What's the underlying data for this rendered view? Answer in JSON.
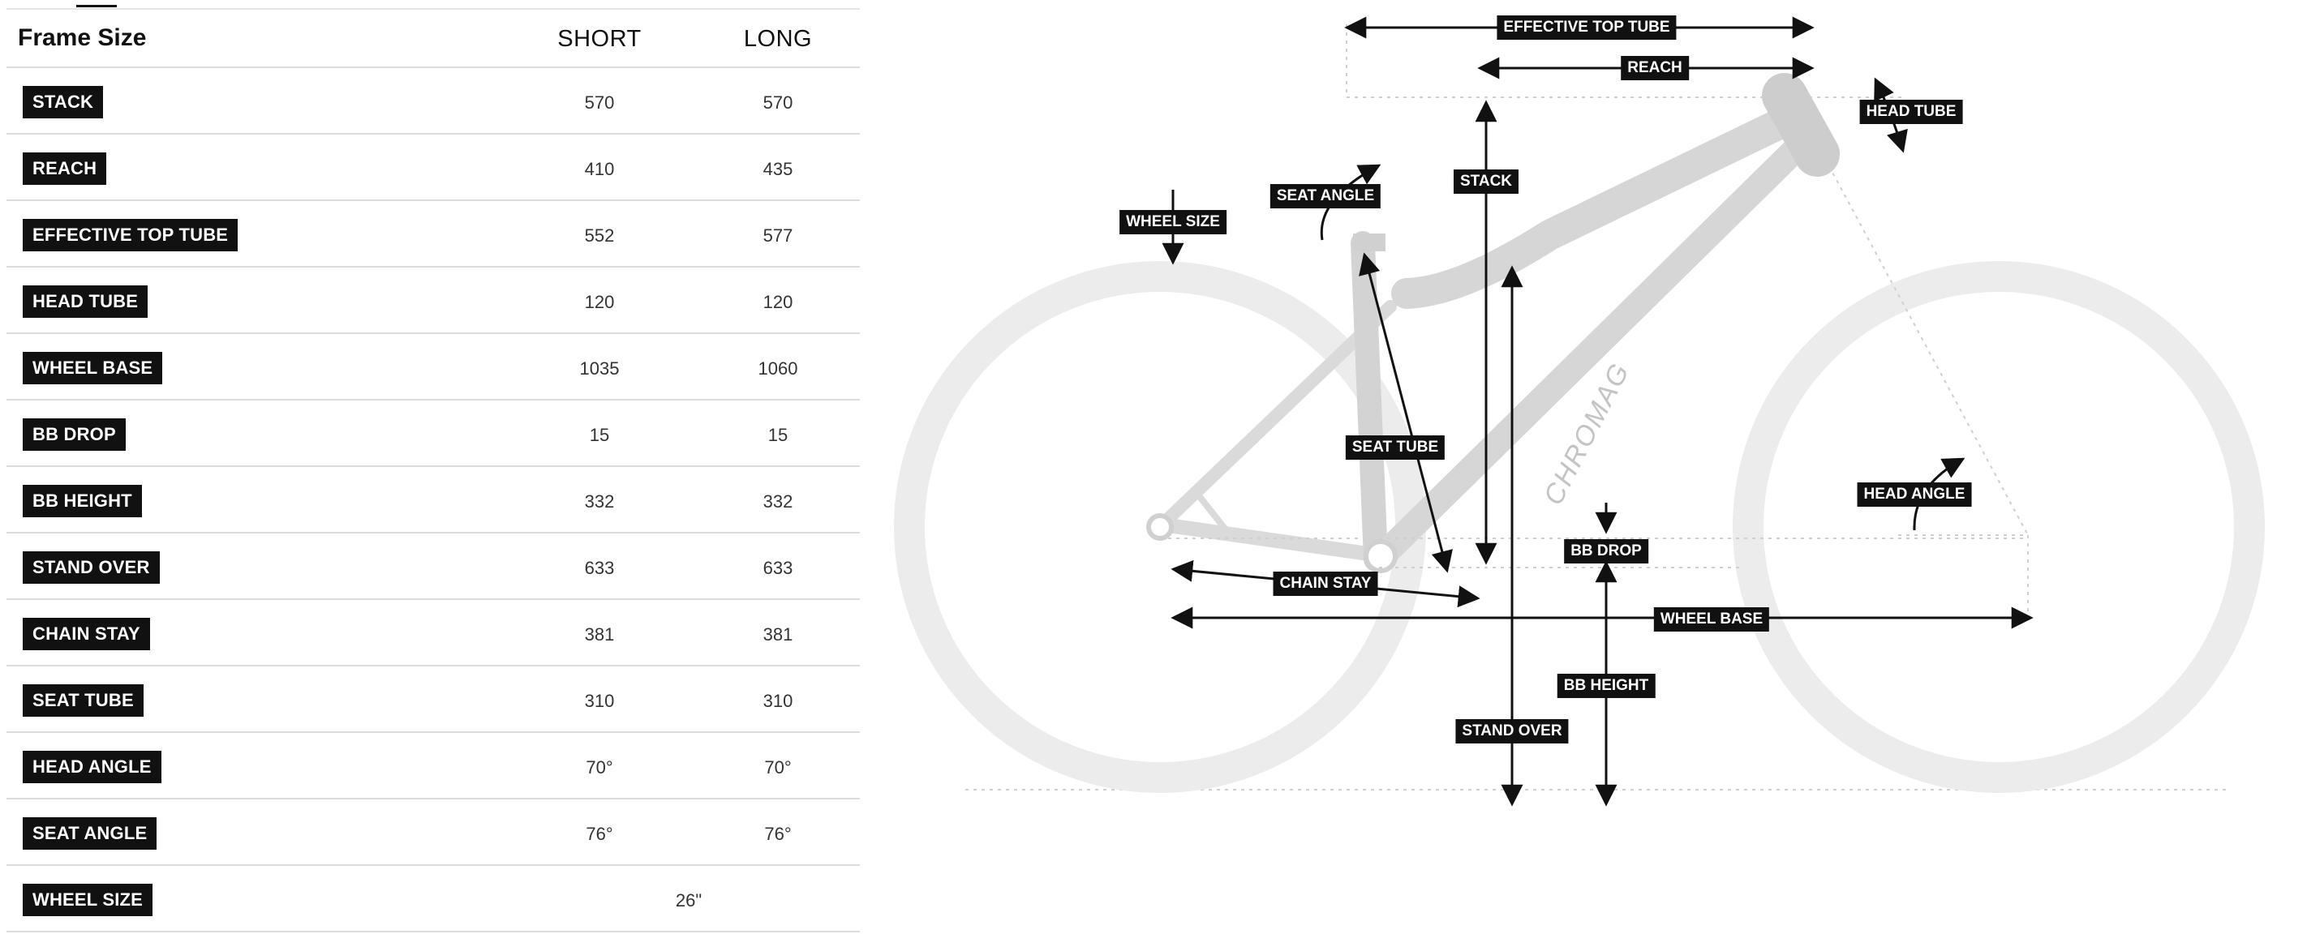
{
  "table": {
    "header": {
      "label": "Frame Size",
      "col_short": "SHORT",
      "col_long": "LONG"
    },
    "rows": [
      {
        "label": "STACK",
        "short": "570",
        "long": "570"
      },
      {
        "label": "REACH",
        "short": "410",
        "long": "435"
      },
      {
        "label": "EFFECTIVE TOP TUBE",
        "short": "552",
        "long": "577"
      },
      {
        "label": "HEAD TUBE",
        "short": "120",
        "long": "120"
      },
      {
        "label": "WHEEL BASE",
        "short": "1035",
        "long": "1060"
      },
      {
        "label": "BB DROP",
        "short": "15",
        "long": "15"
      },
      {
        "label": "BB HEIGHT",
        "short": "332",
        "long": "332"
      },
      {
        "label": "STAND OVER",
        "short": "633",
        "long": "633"
      },
      {
        "label": "CHAIN STAY",
        "short": "381",
        "long": "381"
      },
      {
        "label": "SEAT TUBE",
        "short": "310",
        "long": "310"
      },
      {
        "label": "HEAD ANGLE",
        "short": "70°",
        "long": "70°"
      },
      {
        "label": "SEAT ANGLE",
        "short": "76°",
        "long": "76°"
      },
      {
        "label": "WHEEL SIZE",
        "value": "26\""
      }
    ]
  },
  "diagram": {
    "brand": "CHROMAG",
    "labels": {
      "effective_top_tube": "EFFECTIVE TOP TUBE",
      "reach": "REACH",
      "head_tube": "HEAD TUBE",
      "stack": "STACK",
      "seat_angle": "SEAT ANGLE",
      "wheel_size": "WHEEL SIZE",
      "seat_tube": "SEAT TUBE",
      "head_angle": "HEAD ANGLE",
      "bb_drop": "BB DROP",
      "chain_stay": "CHAIN STAY",
      "wheel_base": "WHEEL BASE",
      "bb_height": "BB HEIGHT",
      "stand_over": "STAND OVER"
    }
  }
}
